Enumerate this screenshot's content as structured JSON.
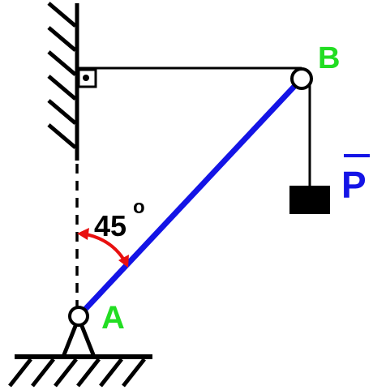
{
  "labels": {
    "point_b": "B",
    "point_a": "A",
    "force": "P",
    "angle_value": "45",
    "angle_unit": "o"
  },
  "colors": {
    "background": "#ffffff",
    "structure": "#000000",
    "rod": "#1414e6",
    "point_label": "#22dd22",
    "force_label": "#1414e6",
    "angle_arrow": "#e81010"
  }
}
